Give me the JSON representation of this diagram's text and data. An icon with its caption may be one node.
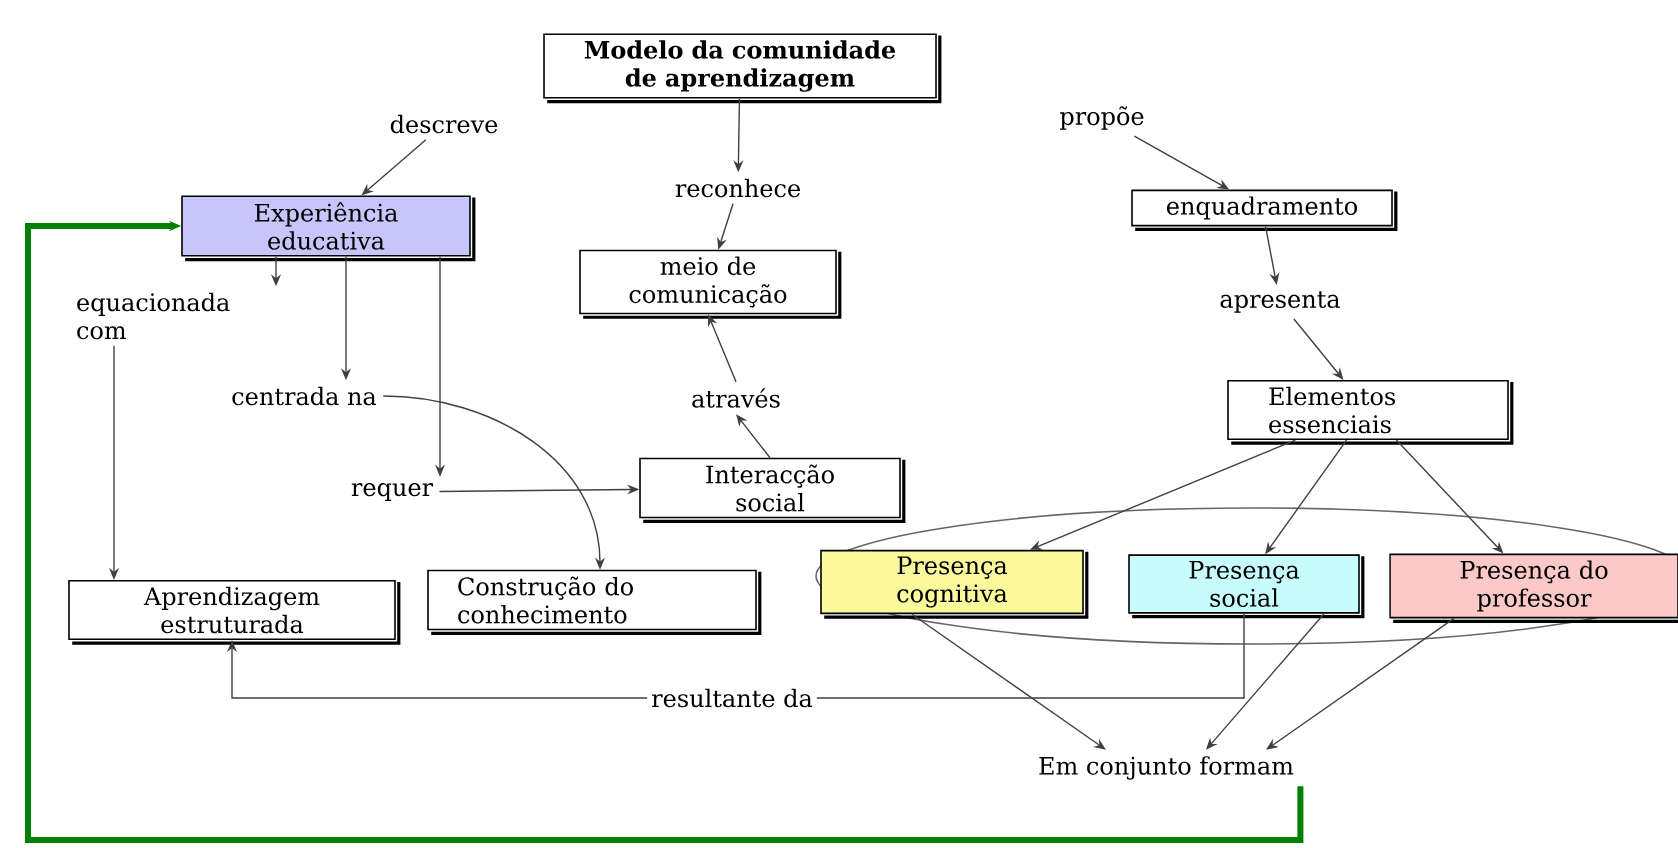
{
  "diagram": {
    "nodes": [
      {
        "text": [
          "Modelo da comunidade de aprendizagem"
        ]
      },
      {
        "text": [
          "descreve"
        ]
      },
      {
        "text": [
          "reconhece"
        ]
      },
      {
        "text": [
          "propõe"
        ]
      },
      {
        "text": [
          "Experiência educativa"
        ]
      },
      {
        "text": [
          "meio de comunicação"
        ]
      },
      {
        "text": [
          "enquadramento"
        ]
      },
      {
        "text": [
          "equacionada com"
        ]
      },
      {
        "text": [
          "centrada na"
        ]
      },
      {
        "text": [
          "apresenta"
        ]
      },
      {
        "text": [
          "através"
        ]
      },
      {
        "text": [
          "Elementos essenciais"
        ]
      },
      {
        "text": [
          "requer"
        ]
      },
      {
        "text": [
          "Interacção social"
        ]
      },
      {
        "text": [
          "Aprendizagem estruturada"
        ]
      },
      {
        "text": [
          "Construção do conhecimento"
        ]
      },
      {
        "text": [
          "Presença cognitiva"
        ]
      },
      {
        "text": [
          "Presença social"
        ]
      },
      {
        "text": [
          "Presença do professor"
        ]
      },
      {
        "text": [
          "Em conjunto formam"
        ]
      }
    ],
    "edges": [
      {
        "from": 0,
        "to": 2,
        "arrow": "to"
      },
      {
        "from": 2,
        "to": 5,
        "arrow": "to"
      },
      {
        "from": 1,
        "to": 4,
        "arrow": "to"
      },
      {
        "from": 3,
        "to": 6,
        "arrow": "to"
      },
      {
        "from": 6,
        "to": 9,
        "arrow": "to"
      },
      {
        "from": 9,
        "to": 11,
        "arrow": "to"
      },
      {
        "from": 4,
        "to": 7,
        "arrow": "to"
      },
      {
        "from": 4,
        "to": 8,
        "arrow": "to"
      },
      {
        "from": 4,
        "to": 12,
        "arrow": "to"
      },
      {
        "from": 7,
        "to": 14,
        "arrow": "to"
      },
      {
        "from": 8,
        "to": 15,
        "arrow": "to"
      },
      {
        "from": 12,
        "to": 13,
        "arrow": "to"
      },
      {
        "from": 13,
        "to": 10,
        "arrow": "to"
      },
      {
        "from": 10,
        "to": 5,
        "arrow": "to"
      },
      {
        "from": 11,
        "to": 16,
        "arrow": "to"
      },
      {
        "from": 11,
        "to": 17,
        "arrow": "to"
      },
      {
        "from": 11,
        "to": 18,
        "arrow": "to"
      },
      {
        "from": 16,
        "to": 19,
        "arrow": "to"
      },
      {
        "from": 17,
        "to": 19,
        "arrow": "to"
      },
      {
        "from": 18,
        "to": 19,
        "arrow": "to"
      },
      {
        "from": 17,
        "to": 14,
        "arrow": "to",
        "label": "resultante da"
      },
      {
        "from": 19,
        "to": 4,
        "arrow": "to",
        "style": "thick",
        "color": "#008000"
      }
    ]
  }
}
